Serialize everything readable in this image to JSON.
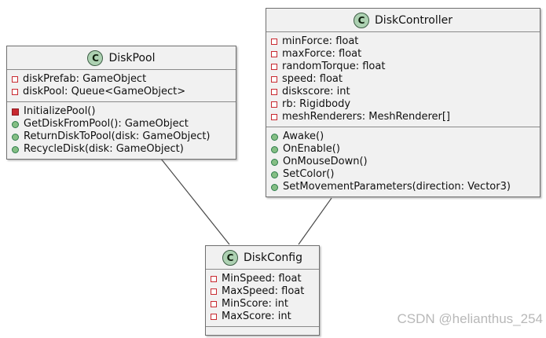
{
  "watermark": "CSDN @helianthus_254",
  "colors": {
    "box_fill": "#f1f1f1",
    "box_border": "#6f6f6f",
    "class_circle_fill": "#add1b2",
    "private_red": "#c82930",
    "public_green": "#84be84",
    "edge_line": "#4a4a4a",
    "watermark_gray": "#b8b8b8"
  },
  "classes": [
    {
      "name": "DiskPool",
      "icon_letter": "C",
      "fields": [
        {
          "visibility": "private",
          "text": "diskPrefab: GameObject"
        },
        {
          "visibility": "private",
          "text": "diskPool: Queue<GameObject>"
        }
      ],
      "methods": [
        {
          "visibility": "private",
          "text": "InitializePool()"
        },
        {
          "visibility": "public",
          "text": "GetDiskFromPool(): GameObject"
        },
        {
          "visibility": "public",
          "text": "ReturnDiskToPool(disk: GameObject)"
        },
        {
          "visibility": "public",
          "text": "RecycleDisk(disk: GameObject)"
        }
      ]
    },
    {
      "name": "DiskController",
      "icon_letter": "C",
      "fields": [
        {
          "visibility": "private",
          "text": "minForce: float"
        },
        {
          "visibility": "private",
          "text": "maxForce: float"
        },
        {
          "visibility": "private",
          "text": "randomTorque: float"
        },
        {
          "visibility": "private",
          "text": "speed: float"
        },
        {
          "visibility": "private",
          "text": "diskscore: int"
        },
        {
          "visibility": "private",
          "text": "rb: Rigidbody"
        },
        {
          "visibility": "private",
          "text": "meshRenderers: MeshRenderer[]"
        }
      ],
      "methods": [
        {
          "visibility": "public",
          "text": "Awake()"
        },
        {
          "visibility": "public",
          "text": "OnEnable()"
        },
        {
          "visibility": "public",
          "text": "OnMouseDown()"
        },
        {
          "visibility": "public",
          "text": "SetColor()"
        },
        {
          "visibility": "public",
          "text": "SetMovementParameters(direction: Vector3)"
        }
      ]
    },
    {
      "name": "DiskConfig",
      "icon_letter": "C",
      "fields": [
        {
          "visibility": "private",
          "text": "MinSpeed: float"
        },
        {
          "visibility": "private",
          "text": "MaxSpeed: float"
        },
        {
          "visibility": "private",
          "text": "MinScore: int"
        },
        {
          "visibility": "private",
          "text": "MaxScore: int"
        }
      ],
      "methods": []
    }
  ]
}
